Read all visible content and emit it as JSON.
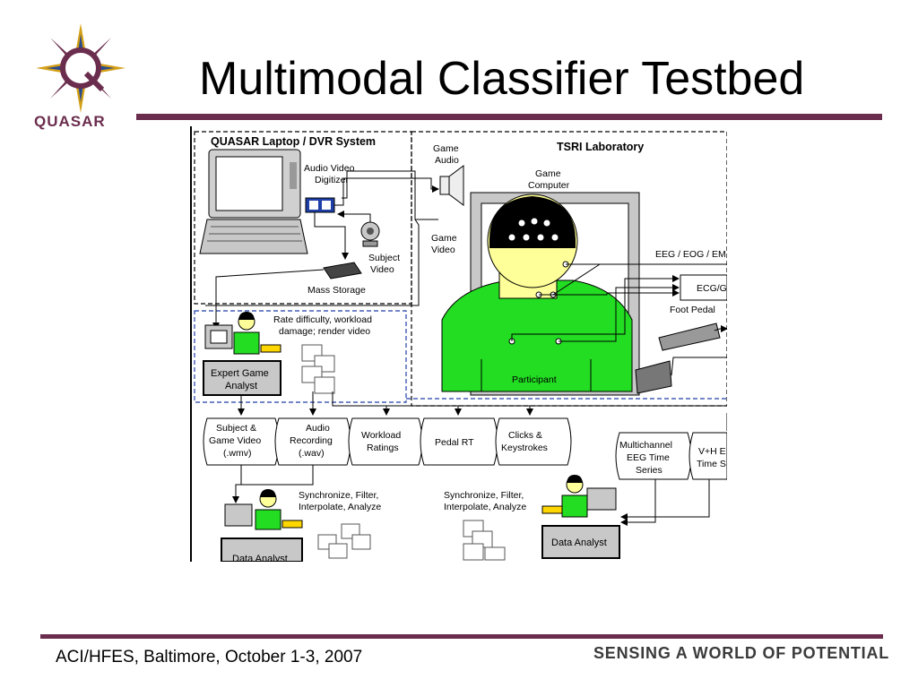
{
  "slide": {
    "title": "Multimodal Classifier Testbed",
    "footer_left": "ACI/HFES, Baltimore, October 1-3, 2007",
    "footer_right": "SENSING A WORLD OF POTENTIAL",
    "logo_text": "QUASAR",
    "brand_color": "#6b2d4d"
  },
  "diagram": {
    "laptop_system": "QUASAR Laptop / DVR System",
    "lab": "TSRI Laboratory",
    "av_digitizer": [
      "Audio Video",
      "Digitizer"
    ],
    "subject_video": [
      "Subject",
      "Video"
    ],
    "mass_storage": "Mass Storage",
    "game_audio": [
      "Game",
      "Audio"
    ],
    "game_computer": [
      "Game",
      "Computer"
    ],
    "game_video": [
      "Game",
      "Video"
    ],
    "eeg": "EEG / EOG / EM",
    "ecg": "ECG/G",
    "foot_pedal": "Foot Pedal",
    "participant": "Participant",
    "expert_note": [
      "Rate difficulty, workload",
      "damage; render video"
    ],
    "expert_label": [
      "Expert Game",
      "Analyst"
    ],
    "data_streams": [
      [
        "Subject &",
        "Game Video",
        "(.wmv)"
      ],
      [
        "Audio",
        "Recording",
        "(.wav)"
      ],
      [
        "Workload",
        "Ratings"
      ],
      [
        "Pedal RT"
      ],
      [
        "Clicks &",
        "Keystrokes"
      ]
    ],
    "eeg_stream": [
      "Multichannel",
      "EEG Time",
      "Series"
    ],
    "vh_stream": [
      "V+H E",
      "Time S"
    ],
    "sync_1": [
      "Synchronize, Filter,",
      "Interpolate, Analyze"
    ],
    "sync_2": [
      "Synchronize, Filter,",
      "Interpolate, Analyze"
    ],
    "data_analyst": "Data Analyst",
    "data_analyst_cut": "Data Analyst"
  }
}
